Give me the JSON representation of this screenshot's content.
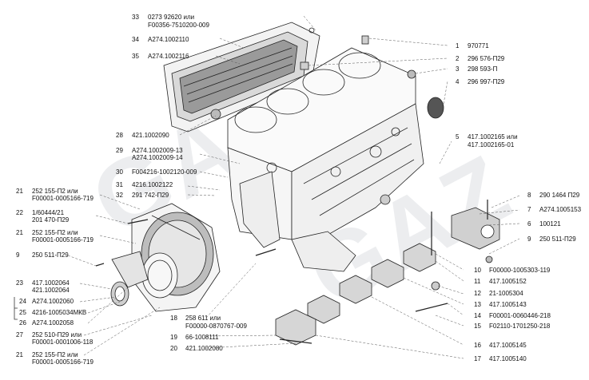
{
  "watermark": "GAZ",
  "callouts": {
    "p1": {
      "num": "1",
      "code": "970771"
    },
    "p2": {
      "num": "2",
      "code": "296 576-П29"
    },
    "p3": {
      "num": "3",
      "code": "298 593-П"
    },
    "p4": {
      "num": "4",
      "code": "296 997-П29"
    },
    "p5": {
      "num": "5",
      "code_a": "417.1002165 или",
      "code_b": "417.1002165-01"
    },
    "p6": {
      "num": "6",
      "code": "100121"
    },
    "p7": {
      "num": "7",
      "code": "А274.1005153"
    },
    "p8": {
      "num": "8",
      "code": "290 1464 П29"
    },
    "p9r": {
      "num": "9",
      "code": "250 511-П29"
    },
    "p10": {
      "num": "10",
      "code": "F00000-1005303-119"
    },
    "p11": {
      "num": "11",
      "code": "417.1005152"
    },
    "p12": {
      "num": "12",
      "code": "21-1005304"
    },
    "p13": {
      "num": "13",
      "code": "417.1005143"
    },
    "p14": {
      "num": "14",
      "code": "F00001-0060446-218"
    },
    "p15": {
      "num": "15",
      "code": "F02110-1701250-218"
    },
    "p16": {
      "num": "16",
      "code": "417.1005145"
    },
    "p17": {
      "num": "17",
      "code": "417.1005140"
    },
    "p18": {
      "num": "18",
      "code_a": "258 611 или",
      "code_b": "F00000-0870767-009"
    },
    "p19": {
      "num": "19",
      "code": "66-1008111"
    },
    "p20": {
      "num": "20",
      "code": "421.1002080"
    },
    "p21a": {
      "num": "21",
      "code_a": "252 155-П2 или",
      "code_b": "F00001-0005166-719"
    },
    "p22": {
      "num": "22",
      "code_a": "1/60444/21",
      "code_b": "201 470-П29"
    },
    "p21b": {
      "num": "21",
      "code_a": "252 155-П2 или",
      "code_b": "F00001-0005166-719"
    },
    "p9l": {
      "num": "9",
      "code": "250 511-П29"
    },
    "p23": {
      "num": "23",
      "code_a": "417.1002064",
      "code_b": "421.1002064"
    },
    "p24": {
      "num": "24",
      "code": "А274.1002060"
    },
    "p25": {
      "num": "25",
      "code": "4216-1005034МКВ"
    },
    "p26": {
      "num": "26",
      "code": "А274.1002058"
    },
    "p27": {
      "num": "27",
      "code_a": "252 510-П29 или",
      "code_b": "F00001-0001006-118"
    },
    "p21c": {
      "num": "21",
      "code_a": "252 155-П2 или",
      "code_b": "F00001-0005166-719"
    },
    "p28": {
      "num": "28",
      "code": "421.1002090"
    },
    "p29": {
      "num": "29",
      "code_a": "А274.1002009-13",
      "code_b": "А274.1002009-14"
    },
    "p30": {
      "num": "30",
      "code": "F004216-1002120-009"
    },
    "p31": {
      "num": "31",
      "code": "4216.1002122"
    },
    "p32": {
      "num": "32",
      "code": "291 742-П29"
    },
    "p33": {
      "num": "33",
      "code_a": "0273 92620 или",
      "code_b": "F00356-7510200-009"
    },
    "p34": {
      "num": "34",
      "code": "А274.1002110"
    },
    "p35": {
      "num": "35",
      "code": "А274.1002116"
    }
  }
}
